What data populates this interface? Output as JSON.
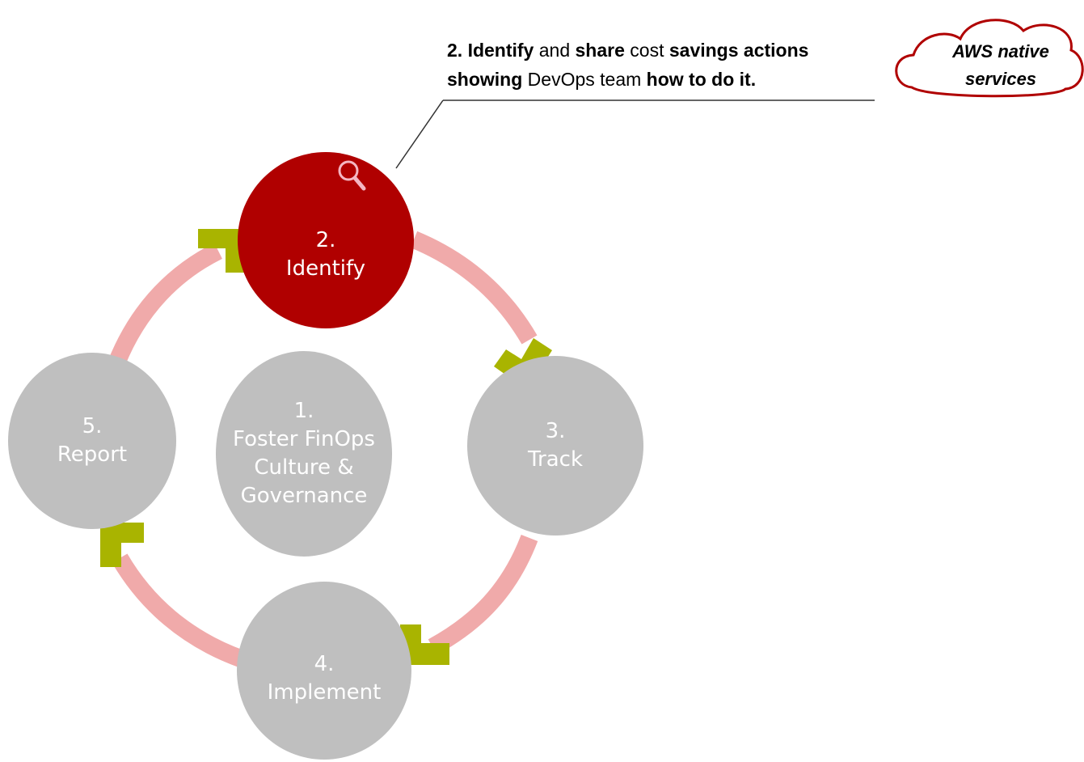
{
  "callout": {
    "segments_line1": [
      {
        "text": "2. Identify",
        "bold": true
      },
      {
        "text": " and ",
        "bold": false
      },
      {
        "text": "share",
        "bold": true
      },
      {
        "text": " cost ",
        "bold": false
      },
      {
        "text": "savings actions",
        "bold": true
      }
    ],
    "segments_line2": [
      {
        "text": "showing",
        "bold": true
      },
      {
        "text": " DevOps team ",
        "bold": false
      },
      {
        "text": "how to do it.",
        "bold": true
      }
    ]
  },
  "cloud": {
    "line1": "AWS native",
    "line2": "services"
  },
  "steps": {
    "center": {
      "number": "1.",
      "label": "Foster FinOps\nCulture &\nGovernance"
    },
    "identify": {
      "number": "2.",
      "label": "Identify"
    },
    "track": {
      "number": "3.",
      "label": "Track"
    },
    "implement": {
      "number": "4.",
      "label": "Implement"
    },
    "report": {
      "number": "5.",
      "label": "Report"
    }
  },
  "icons": {
    "identify": "search-icon"
  },
  "colors": {
    "active_step": "#b00000",
    "inactive_step": "#bfbfbf",
    "cycle_arc": "#f0aaaa",
    "arrow_marker": "#a9b400",
    "cloud_outline": "#b00000"
  }
}
